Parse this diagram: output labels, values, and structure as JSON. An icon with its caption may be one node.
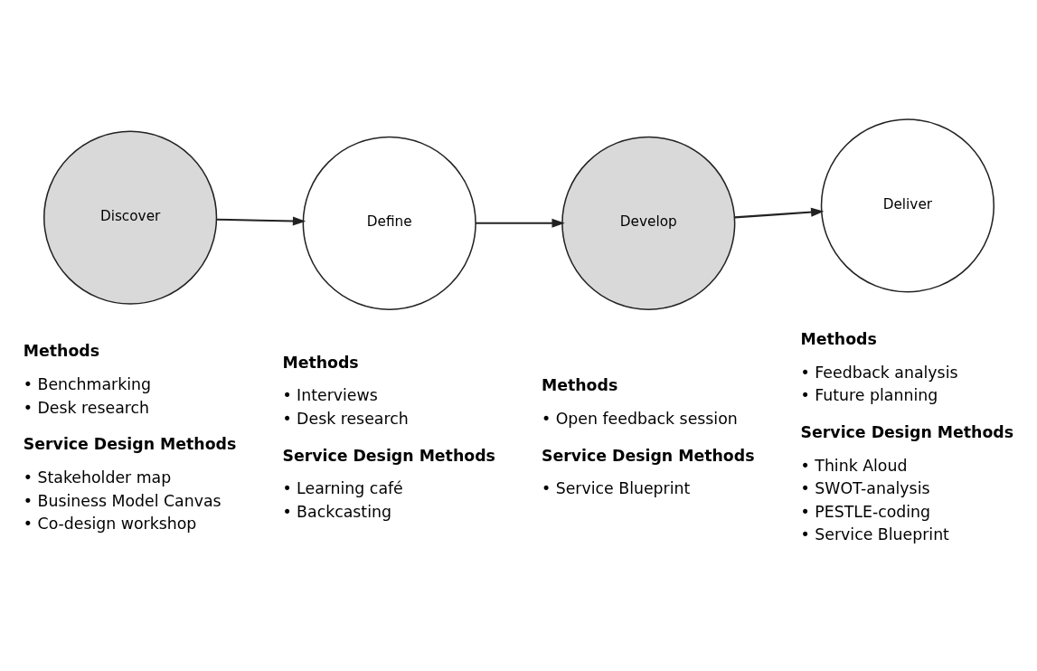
{
  "diagram": {
    "nodes": [
      {
        "text": [
          "Discover"
        ],
        "beside": [
          "Methods",
          "• Benchmarking",
          "• Desk research",
          "Service Design Methods",
          "• Stakeholder map",
          "• Business Model Canvas",
          "• Co-design workshop"
        ]
      },
      {
        "text": [
          "Define"
        ],
        "beside": [
          "Methods",
          "• Interviews",
          "• Desk research",
          "Service Design Methods",
          "• Learning café",
          "• Backcasting"
        ]
      },
      {
        "text": [
          "Develop"
        ],
        "beside": [
          "Methods",
          "• Open feedback session",
          "Service Design Methods",
          "• Service Blueprint"
        ]
      },
      {
        "text": [
          "Deliver"
        ],
        "beside": [
          "Methods",
          "• Feedback analysis",
          "• Future planning",
          "Service Design Methods",
          "• Think Aloud",
          "• SWOT-analysis",
          "• PESTLE-coding",
          "• Service Blueprint"
        ]
      }
    ],
    "edges": [
      {
        "from": 0,
        "to": 1,
        "arrow": "to"
      },
      {
        "from": 1,
        "to": 2,
        "arrow": "to"
      },
      {
        "from": 2,
        "to": 3,
        "arrow": "to"
      }
    ]
  }
}
